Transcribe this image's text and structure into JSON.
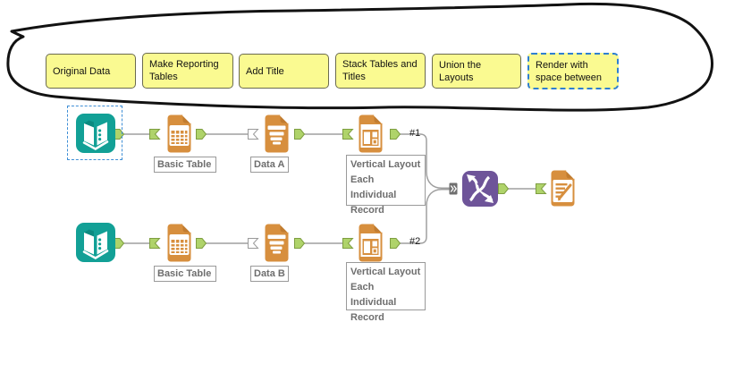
{
  "comments": [
    {
      "label": "Original Data",
      "selected": false
    },
    {
      "label": "Make Reporting\nTables",
      "selected": false
    },
    {
      "label": "Add Title",
      "selected": false
    },
    {
      "label": "Stack Tables and\nTitles",
      "selected": false
    },
    {
      "label": "Union the Layouts",
      "selected": false
    },
    {
      "label": "Render with\nspace between",
      "selected": true
    }
  ],
  "annotations": {
    "basic_table_1": "Basic Table",
    "data_a": "Data A",
    "vertical_layout_1": "Vertical Layout\nEach Individual\nRecord",
    "basic_table_2": "Basic Table",
    "data_b": "Data B",
    "vertical_layout_2": "Vertical Layout\nEach Individual\nRecord"
  },
  "connections": {
    "label_1": "#1",
    "label_2": "#2"
  },
  "icons": {
    "input_data": "open-book",
    "basic_table": "table-document",
    "report_text": "text-document",
    "layout": "layout-document",
    "union": "braid-strands",
    "render": "report-edit-document"
  },
  "colors": {
    "teal": "#12A096",
    "orange": "#D78F3E",
    "orange_dark": "#C17C30",
    "purple": "#6E5499",
    "anchor_green": "#AFD36A",
    "anchor_green_border": "#7E9E41",
    "note_yellow": "#FAFA91",
    "note_border": "#6B6B4F",
    "selection_blue": "#3F8FD6",
    "connector_gray": "#9F9F9F",
    "ink_black": "#121212",
    "annotation_text": "#6E6E6E"
  }
}
